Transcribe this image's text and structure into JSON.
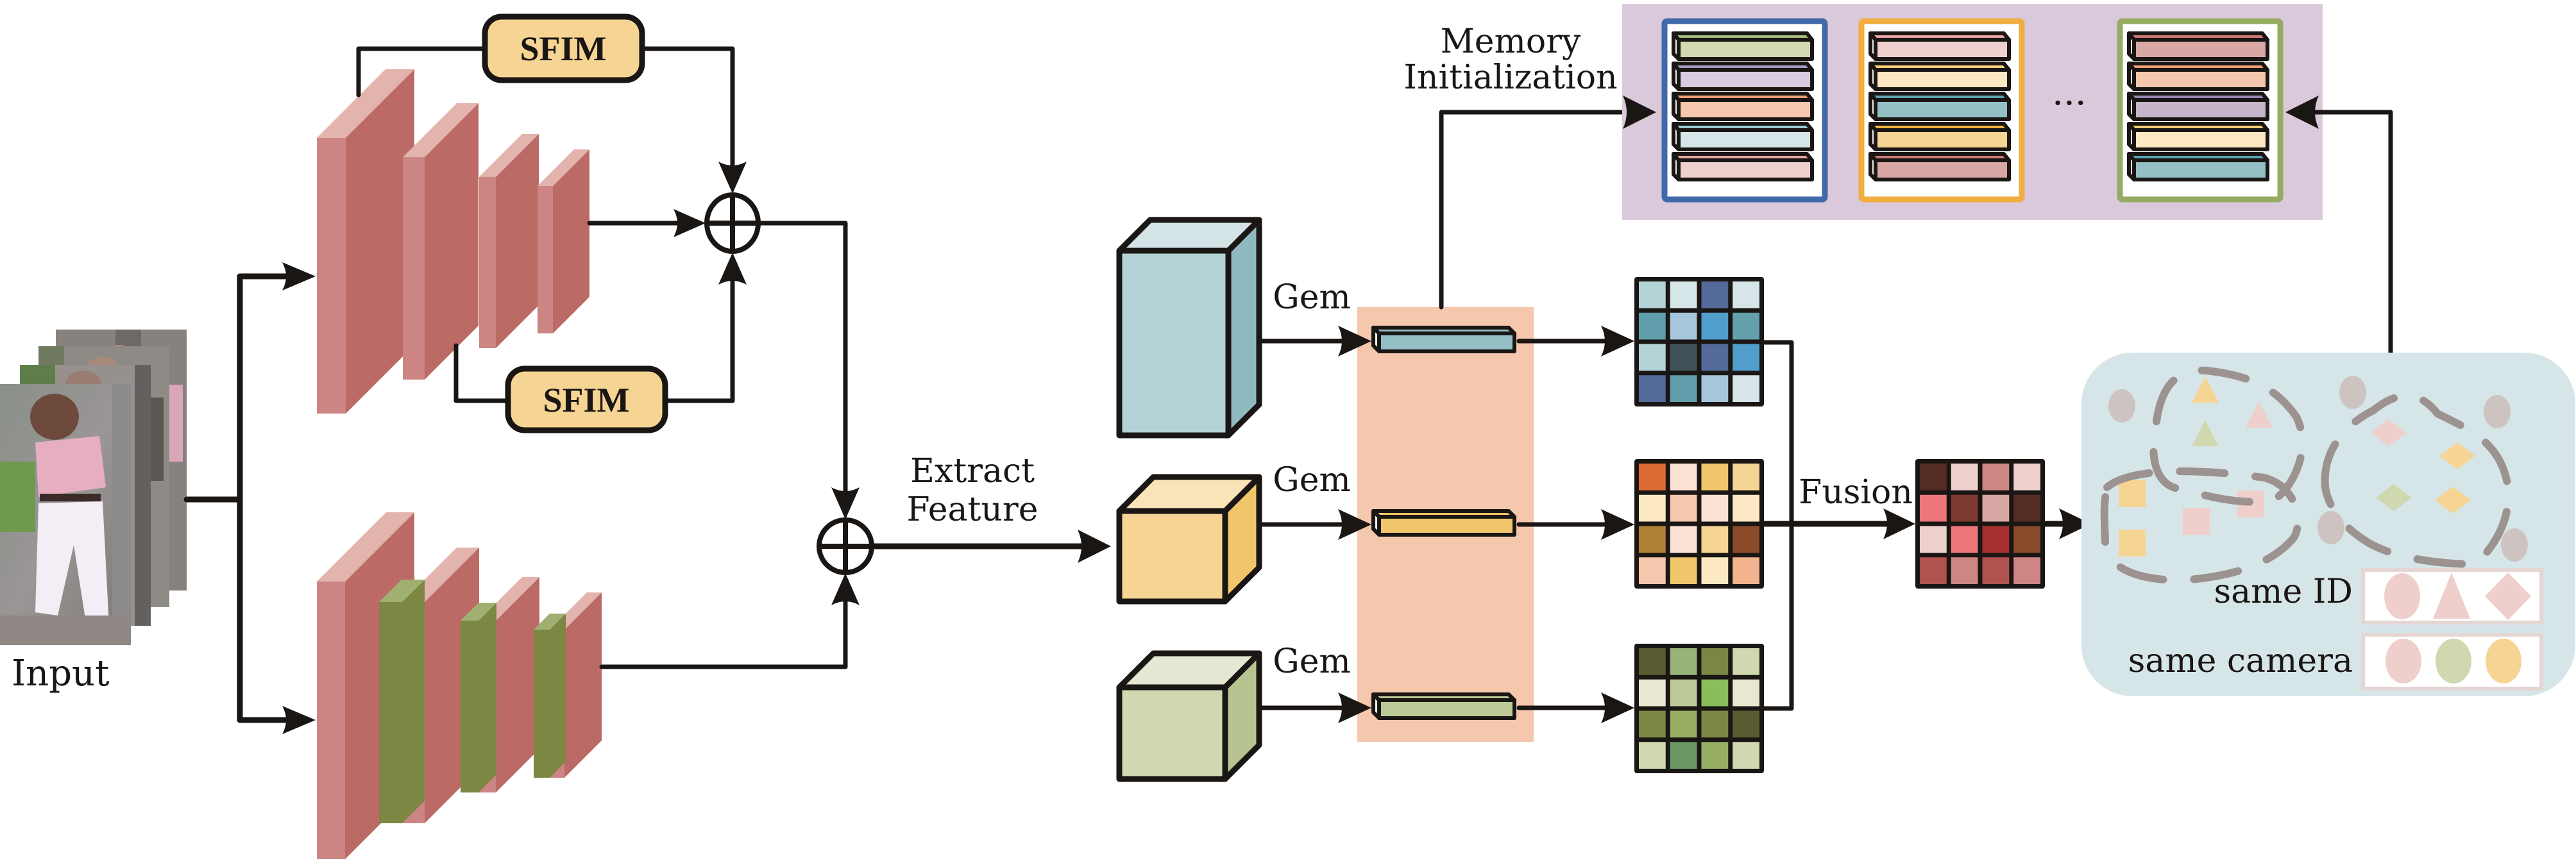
{
  "labels": {
    "input": "Input",
    "sfim_top": "SFIM",
    "sfim_bottom": "SFIM",
    "extract_feature_line1": "Extract",
    "extract_feature_line2": "Feature",
    "gem_1": "Gem",
    "gem_2": "Gem",
    "gem_3": "Gem",
    "memory_line1": "Memory",
    "memory_line2": "Initialization",
    "fusion": "Fusion",
    "ellipsis": "···",
    "same_id": "same ID",
    "same_camera": "same camera"
  },
  "colors": {
    "block_front": "#cc8582",
    "block_side": "#bb6a66",
    "block_top": "#e3b3ae",
    "attn_front": "#7c8744",
    "attn_top": "#a0b070",
    "sfim_fill": "#f6d594",
    "peach_band": "#f5c7ac",
    "memory_panel": "#d9c9da",
    "cluster_panel": "#d6e5e8",
    "outlier": "#cdc4c2",
    "cube_blue": {
      "front": "#b3d3d7",
      "side": "#8fb9c1",
      "top": "#d4e4e6"
    },
    "cube_yellow": {
      "front": "#f6d594",
      "side": "#f1c56c",
      "top": "#f9e3b8"
    },
    "cube_green": {
      "front": "#d0d8b0",
      "side": "#b7c491",
      "top": "#e4e7d2"
    },
    "bar_blue": "#93bfc5",
    "bar_yellow": "#f2c66c",
    "bar_green": "#bcc996"
  },
  "matrices": {
    "blue": [
      [
        "#b3d3d7",
        "#d6e5e8",
        "#546a99",
        "#d6e5e8"
      ],
      [
        "#609dab",
        "#a6c6dc",
        "#519dcb",
        "#63a0ab"
      ],
      [
        "#b3d3d7",
        "#3f5257",
        "#546a99",
        "#519dcb"
      ],
      [
        "#546a99",
        "#609dab",
        "#a6c6dc",
        "#d6e5e8"
      ]
    ],
    "yellow": [
      [
        "#dc6c34",
        "#fbe2d4",
        "#f2c66c",
        "#f6d594"
      ],
      [
        "#fce8c2",
        "#f5c7ac",
        "#fbe2d4",
        "#fce8c2"
      ],
      [
        "#b08035",
        "#fbe2d4",
        "#f6d594",
        "#8a4b2b"
      ],
      [
        "#f5c7ac",
        "#f2c66c",
        "#fce8c2",
        "#f1b48f"
      ]
    ],
    "green": [
      [
        "#575b2f",
        "#98b277",
        "#7b8644",
        "#d0d8b0"
      ],
      [
        "#e8e8d2",
        "#bcc996",
        "#8bbd5a",
        "#e8e8d2"
      ],
      [
        "#7b8644",
        "#98ad64",
        "#7b8644",
        "#575b2f"
      ],
      [
        "#d0d8b0",
        "#6a9963",
        "#98ad64",
        "#d0d8b0"
      ]
    ],
    "fused": [
      [
        "#552c24",
        "#eed0ce",
        "#cd8683",
        "#eed0ce"
      ],
      [
        "#ed767a",
        "#7e3b31",
        "#d9a8a5",
        "#552c24"
      ],
      [
        "#eed0ce",
        "#ed767a",
        "#a6312e",
        "#884a2b"
      ],
      [
        "#b0524f",
        "#cd8683",
        "#b0524f",
        "#cd8683"
      ]
    ]
  },
  "memory_bank": {
    "columns": [
      {
        "border": "#4169a8",
        "bars": [
          "#d0d9b0",
          "#d6cbe0",
          "#f5c7ac",
          "#d6e5e8",
          "#eed0ce"
        ],
        "accents": [
          "#a6c07a",
          "#a699c5",
          "#ec9f74",
          "#9ccdd8",
          "#e8a7a2"
        ]
      },
      {
        "border": "#f1ad3f",
        "bars": [
          "#eed0ce",
          "#fce8c2",
          "#93bfc5",
          "#f6d594",
          "#d9a8a5"
        ],
        "accents": [
          "#e8a7a2",
          "#f6cf74",
          "#5fa5b3",
          "#f2b53d",
          "#cd7c78"
        ]
      },
      {
        "border": "#95ab62",
        "bars": [
          "#d9a8a5",
          "#f5c7ac",
          "#c4b5c9",
          "#fce8c2",
          "#93bfc5"
        ],
        "accents": [
          "#cd7c78",
          "#ec9f74",
          "#9b85b7",
          "#f6cf74",
          "#5fa5b3"
        ]
      }
    ]
  },
  "legend": {
    "same_id_color": "#efcfcc",
    "same_camera_colors": [
      "#efcfcc",
      "#d0d8b0",
      "#f6d594"
    ]
  },
  "clusters": {
    "triangles": [
      "#f6d594",
      "#efcfcc",
      "#d0d8b0"
    ],
    "squares": [
      "#f6d594",
      "#f6d594",
      "#efcfcc",
      "#efcfcc"
    ],
    "diamonds": [
      "#efcfcc",
      "#f6d594",
      "#d0d8b0",
      "#f6d594"
    ]
  }
}
